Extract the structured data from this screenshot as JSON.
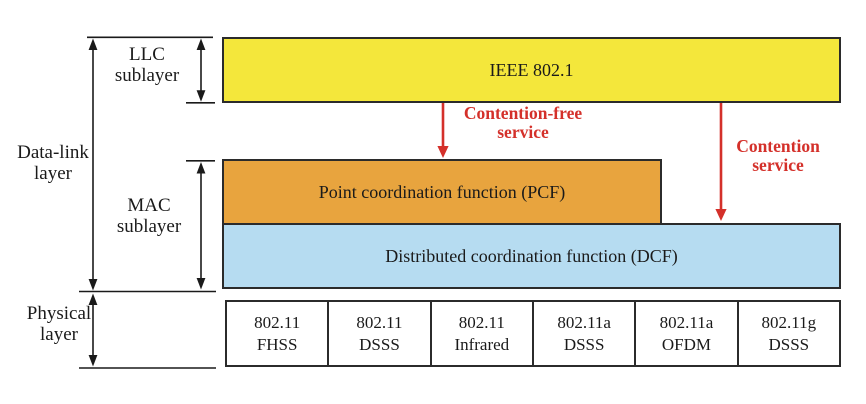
{
  "diagram": {
    "title_semantic": "IEEE 802.11 data-link and physical layer architecture",
    "left_labels": {
      "datalink": "Data-link\nlayer",
      "llc": "LLC\nsublayer",
      "mac": "MAC\nsublayer",
      "physical": "Physical\nlayer"
    },
    "boxes": {
      "llc_box": "IEEE 802.1",
      "pcf_box": "Point coordination function (PCF)",
      "dcf_box": "Distributed coordination function (DCF)"
    },
    "services": {
      "contention_free": "Contention-free\nservice",
      "contention": "Contention\nservice"
    },
    "phy_boxes": [
      "802.11\nFHSS",
      "802.11\nDSSS",
      "802.11\nInfrared",
      "802.11a\nDSSS",
      "802.11a\nOFDM",
      "802.11g\nDSSS"
    ],
    "colors": {
      "llc_fill": "#f4e73b",
      "pcf_fill": "#e8a43e",
      "dcf_fill": "#b6dcf1",
      "service_arrow_red": "#d4302a",
      "line_black": "#1a1a1a",
      "box_border": "#2b2b2b"
    },
    "icons": {
      "dimension_arrows": "double-headed-vertical-arrow-icon",
      "service_arrows": "down-arrow-icon"
    }
  }
}
